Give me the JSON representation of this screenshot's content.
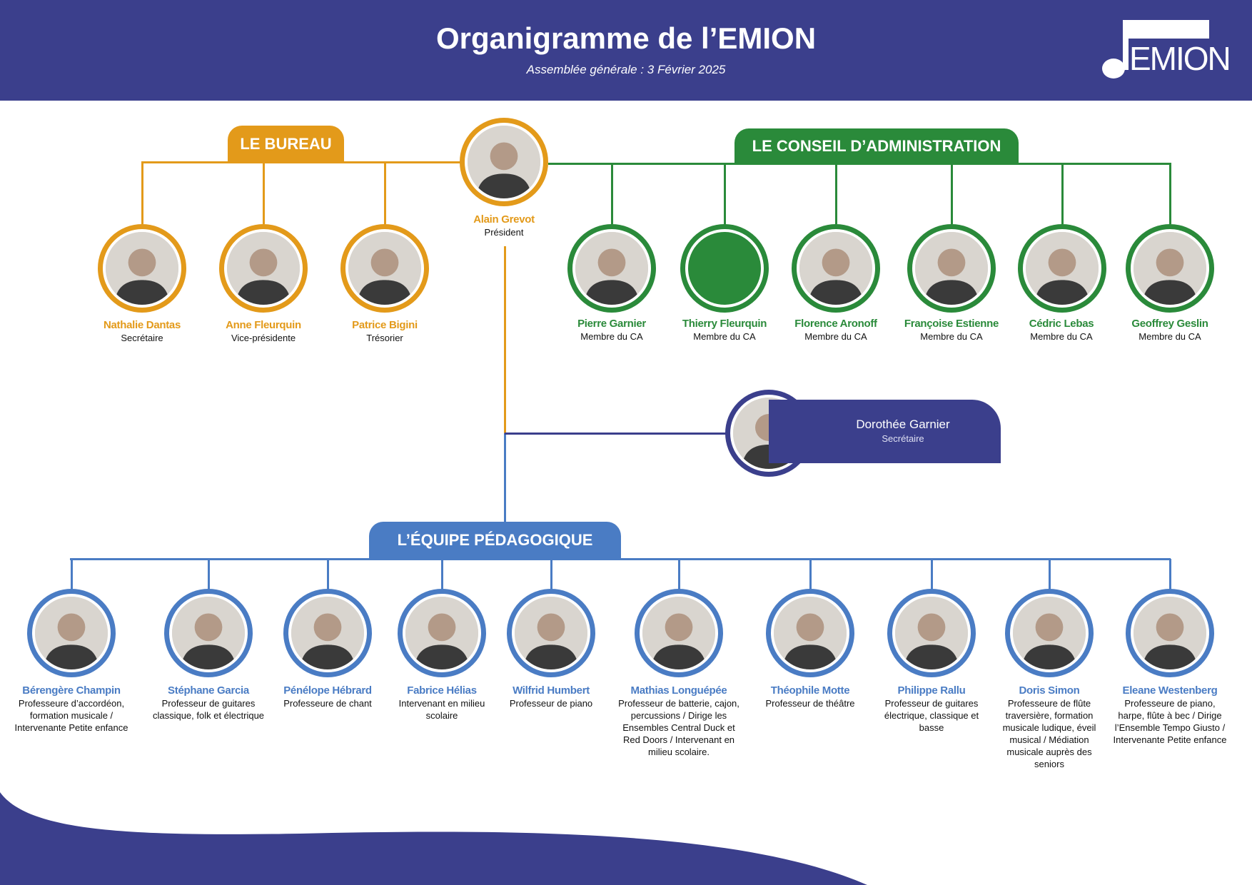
{
  "header": {
    "title": "Organigramme de l’EMION",
    "subtitle": "Assemblée générale : 3 Février 2025",
    "logo_text": "EMION"
  },
  "colors": {
    "navy": "#3b3f8c",
    "bureau": "#e39a1a",
    "conseil": "#2a8a3a",
    "equipe": "#4a7cc4"
  },
  "president": {
    "name": "Alain Grevot",
    "role": "Président"
  },
  "bureau": {
    "label": "LE BUREAU",
    "members": [
      {
        "name": "Nathalie Dantas",
        "role": "Secrétaire"
      },
      {
        "name": "Anne Fleurquin",
        "role": "Vice-présidente"
      },
      {
        "name": "Patrice Bigini",
        "role": "Trésorier"
      }
    ]
  },
  "conseil": {
    "label": "LE CONSEIL D’ADMINISTRATION",
    "members": [
      {
        "name": "Pierre Garnier",
        "role": "Membre du CA"
      },
      {
        "name": "Thierry Fleurquin",
        "role": "Membre du CA",
        "no_photo": true
      },
      {
        "name": "Florence Aronoff",
        "role": "Membre du CA"
      },
      {
        "name": "Françoise Estienne",
        "role": "Membre du CA"
      },
      {
        "name": "Cédric Lebas",
        "role": "Membre du CA"
      },
      {
        "name": "Geoffrey Geslin",
        "role": "Membre du CA"
      }
    ]
  },
  "secretariat": {
    "name": "Dorothée Garnier",
    "role": "Secrétaire"
  },
  "equipe": {
    "label": "L’ÉQUIPE PÉDAGOGIQUE",
    "members": [
      {
        "name": "Bérengère Champin",
        "role": "Professeure d’accordéon, formation musicale / Intervenante Petite enfance"
      },
      {
        "name": "Stéphane Garcia",
        "role": "Professeur de guitares classique, folk et électrique"
      },
      {
        "name": "Pénélope Hébrard",
        "role": "Professeure de chant"
      },
      {
        "name": "Fabrice Hélias",
        "role": "Intervenant en milieu scolaire"
      },
      {
        "name": "Wilfrid Humbert",
        "role": "Professeur de piano"
      },
      {
        "name": "Mathias Longuépée",
        "role": "Professeur de batterie, cajon, percussions / Dirige les Ensembles Central Duck et Red Doors / Intervenant en milieu scolaire."
      },
      {
        "name": "Théophile Motte",
        "role": "Professeur de théâtre"
      },
      {
        "name": "Philippe Rallu",
        "role": "Professeur de guitares électrique, classique et basse"
      },
      {
        "name": "Doris Simon",
        "role": "Professeure de flûte traversière, formation musicale ludique, éveil musical / Médiation musicale auprès des seniors"
      },
      {
        "name": "Eleane Westenberg",
        "role": "Professeure de piano, harpe, flûte à bec / Dirige l’Ensemble Tempo Giusto / Intervenante Petite enfance"
      }
    ]
  }
}
